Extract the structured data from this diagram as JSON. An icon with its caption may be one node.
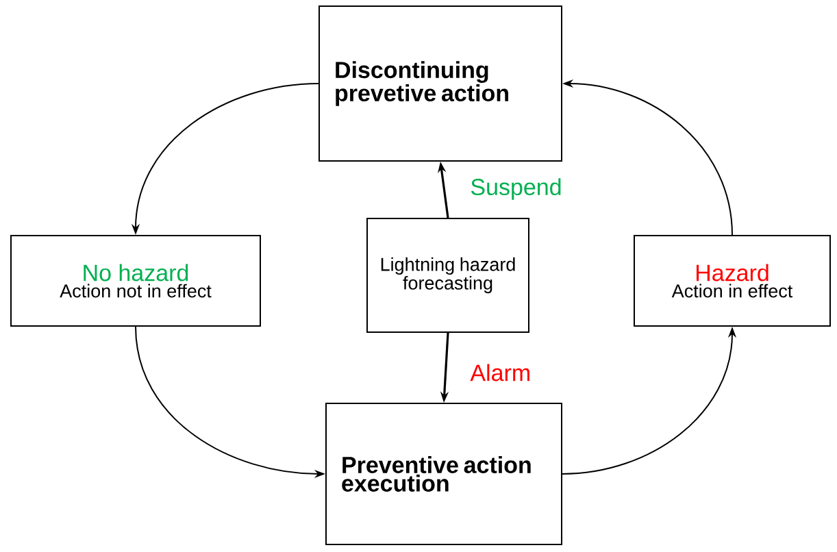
{
  "diagram": {
    "nodes": [
      {
        "text": [
          "Discontinuing prevetive action"
        ]
      },
      {
        "text": [
          "No hazard",
          "Action not in effect"
        ]
      },
      {
        "text": [
          "Lightning hazard forecasting"
        ]
      },
      {
        "text": [
          "Hazard",
          "Action in effect"
        ]
      },
      {
        "text": [
          "Preventive action execution"
        ]
      }
    ],
    "edges": [
      {
        "from": 2,
        "to": 0,
        "arrow": "to",
        "label": "Suspend"
      },
      {
        "from": 2,
        "to": 4,
        "arrow": "to",
        "label": "Alarm"
      },
      {
        "from": 0,
        "to": 1,
        "arrow": "to"
      },
      {
        "from": 1,
        "to": 4,
        "arrow": "to"
      },
      {
        "from": 4,
        "to": 3,
        "arrow": "to"
      },
      {
        "from": 3,
        "to": 0,
        "arrow": "to"
      }
    ]
  }
}
